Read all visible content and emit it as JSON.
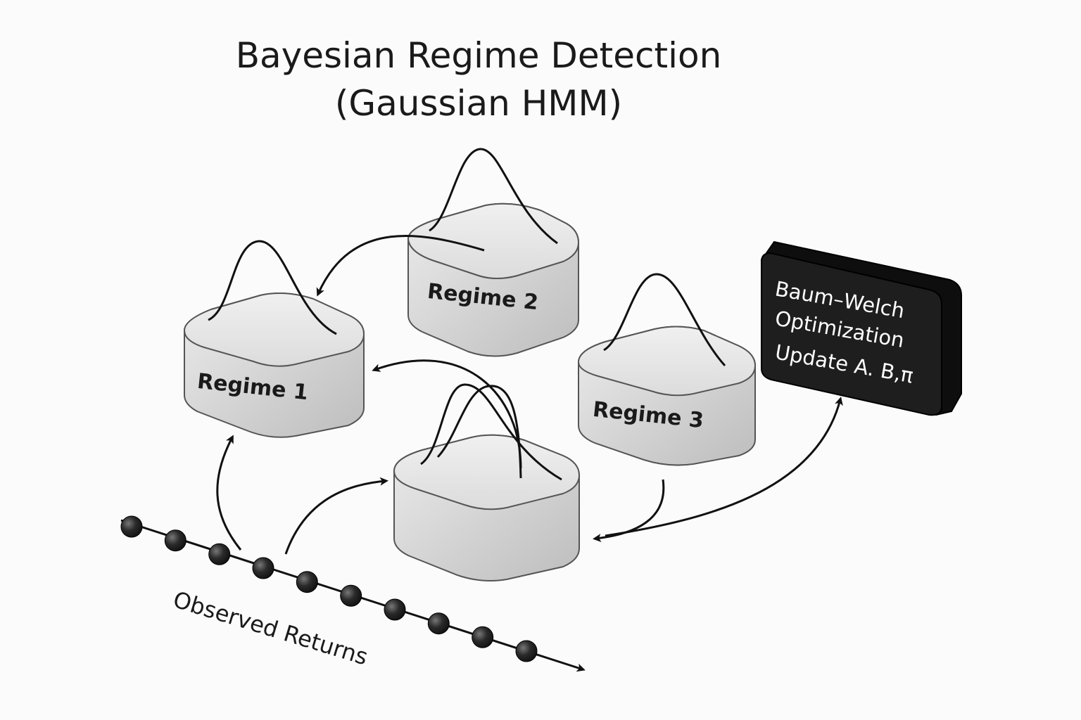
{
  "diagram": {
    "title_line_1": "Bayesian Regime Detection",
    "title_line_2": "(Gaussian HMM)",
    "regimes": [
      {
        "id": "regime-1",
        "label": "Regime 1"
      },
      {
        "id": "regime-2",
        "label": "Regime 2"
      },
      {
        "id": "regime-3",
        "label": "Regime 3"
      },
      {
        "id": "regime-4",
        "label": ""
      }
    ],
    "optimizer": {
      "line_1": "Baum–Welch",
      "line_2": "Optimization",
      "line_3": "Update A. B,π"
    },
    "observations": {
      "label": "Observed Returns",
      "count": 10
    },
    "colors": {
      "box_fill_top": "#e4e4e4",
      "box_fill_side": "#c8c8c8",
      "box_stroke": "#555555",
      "curve": "#111111",
      "optimizer_fill": "#1c1c1c",
      "optimizer_text": "#ffffff",
      "dot": "#1a1a1a"
    }
  }
}
